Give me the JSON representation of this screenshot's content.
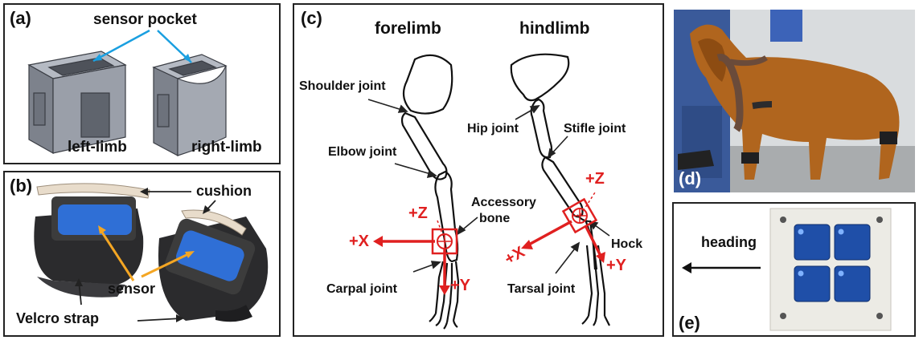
{
  "panel_a": {
    "label": "(a)",
    "title": "sensor pocket",
    "left": "left-limb",
    "right": "right-limb"
  },
  "panel_b": {
    "label": "(b)",
    "cushion": "cushion",
    "sensor": "sensor",
    "strap": "Velcro strap"
  },
  "panel_c": {
    "label": "(c)",
    "forelimb": "forelimb",
    "hindlimb": "hindlimb",
    "shoulder": "Shoulder joint",
    "elbow": "Elbow joint",
    "accessory1": "Accessory",
    "accessory2": "bone",
    "carpal": "Carpal joint",
    "hip": "Hip joint",
    "stifle": "Stifle joint",
    "hock": "Hock",
    "tarsal": "Tarsal joint",
    "plus_z": "+Z",
    "plus_x": "+X",
    "plus_y": "+Y"
  },
  "panel_d": {
    "label": "(d)"
  },
  "panel_e": {
    "label": "(e)",
    "heading": "heading"
  },
  "colors": {
    "axis_red": "#e02020",
    "callout_blue": "#1a9fe0",
    "callout_orange": "#f4a623",
    "sensor_blue": "#1f4fa8"
  }
}
